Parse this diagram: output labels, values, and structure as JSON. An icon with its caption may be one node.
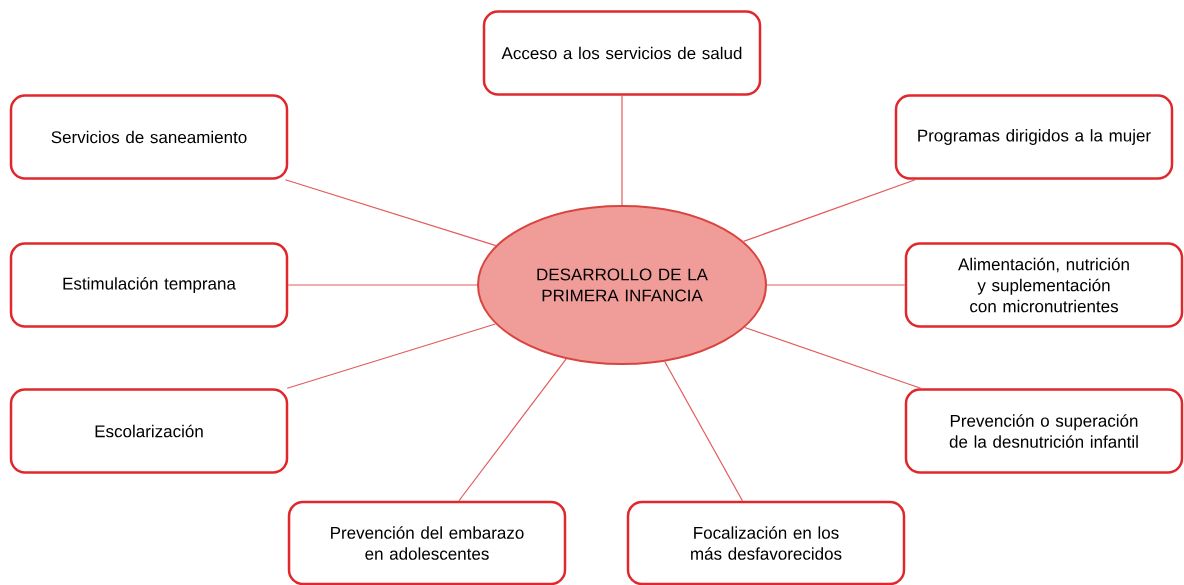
{
  "diagram": {
    "nodes": [
      {
        "text": [
          "DESARROLLO DE LA PRIMERA INFANCIA"
        ]
      },
      {
        "text": [
          "Acceso a los servicios de salud"
        ]
      },
      {
        "text": [
          "Servicios de saneamiento"
        ]
      },
      {
        "text": [
          "Programas dirigidos a la mujer"
        ]
      },
      {
        "text": [
          "Estimulación temprana"
        ]
      },
      {
        "text": [
          "Alimentación, nutrición y suplementación con micronutrientes"
        ]
      },
      {
        "text": [
          "Escolarización"
        ]
      },
      {
        "text": [
          "Prevención o superación de la desnutrición infantil"
        ]
      },
      {
        "text": [
          "Prevención del embarazo en adolescentes"
        ]
      },
      {
        "text": [
          "Focalización en los más desfavorecidos"
        ]
      }
    ],
    "edges": [
      {
        "from": 0,
        "to": 1,
        "arrow": "none"
      },
      {
        "from": 0,
        "to": 2,
        "arrow": "none"
      },
      {
        "from": 0,
        "to": 3,
        "arrow": "none"
      },
      {
        "from": 0,
        "to": 4,
        "arrow": "none"
      },
      {
        "from": 0,
        "to": 5,
        "arrow": "none"
      },
      {
        "from": 0,
        "to": 6,
        "arrow": "none"
      },
      {
        "from": 0,
        "to": 7,
        "arrow": "none"
      },
      {
        "from": 0,
        "to": 8,
        "arrow": "none"
      },
      {
        "from": 0,
        "to": 9,
        "arrow": "none"
      }
    ]
  }
}
